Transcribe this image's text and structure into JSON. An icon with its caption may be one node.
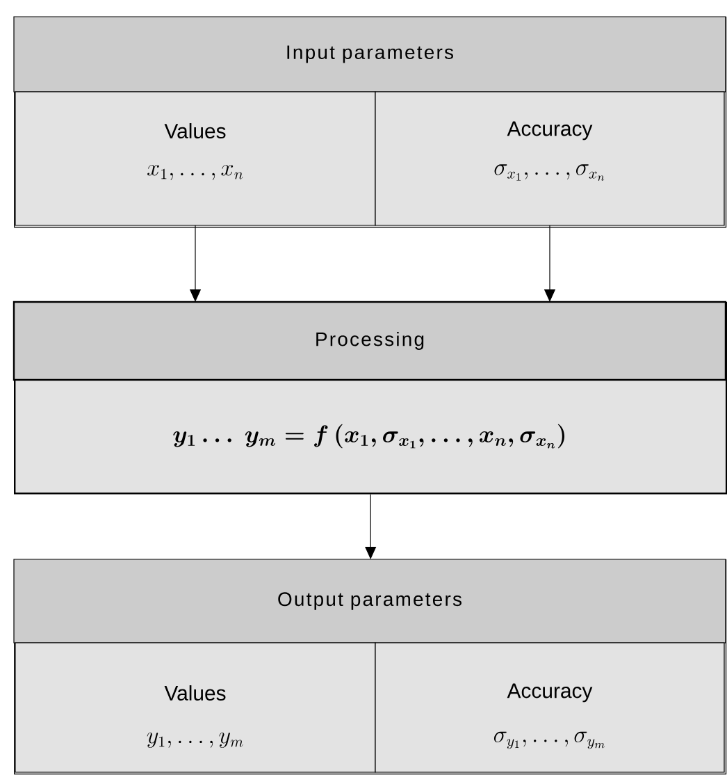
{
  "diagram": {
    "nodes": [
      {
        "text": [
          "Input parameters"
        ]
      },
      {
        "text": [
          "Values",
          "x_1, \\ldots, x_n"
        ],
        "in": 0
      },
      {
        "text": [
          "Accuracy",
          "\\sigma_{x_1}, \\ldots, \\sigma_{x_n}"
        ],
        "in": 0
      },
      {
        "text": [
          "Processing",
          "y_1 \\ldots\\ y_m = f\\,(x_1, \\sigma_{x_1}, \\ldots, x_n, \\sigma_{x_n})"
        ]
      },
      {
        "text": [
          "Output parameters"
        ]
      },
      {
        "text": [
          "Values",
          "y_1, \\ldots, y_m"
        ],
        "in": 4
      },
      {
        "text": [
          "Accuracy",
          "\\sigma_{y_1}, \\ldots, \\sigma_{y_m}"
        ],
        "in": 4
      }
    ],
    "edges": [
      {
        "from": 1,
        "to": 3,
        "arrow": "to"
      },
      {
        "from": 2,
        "to": 3,
        "arrow": "to"
      },
      {
        "from": 3,
        "to": 4,
        "arrow": "to"
      }
    ]
  }
}
